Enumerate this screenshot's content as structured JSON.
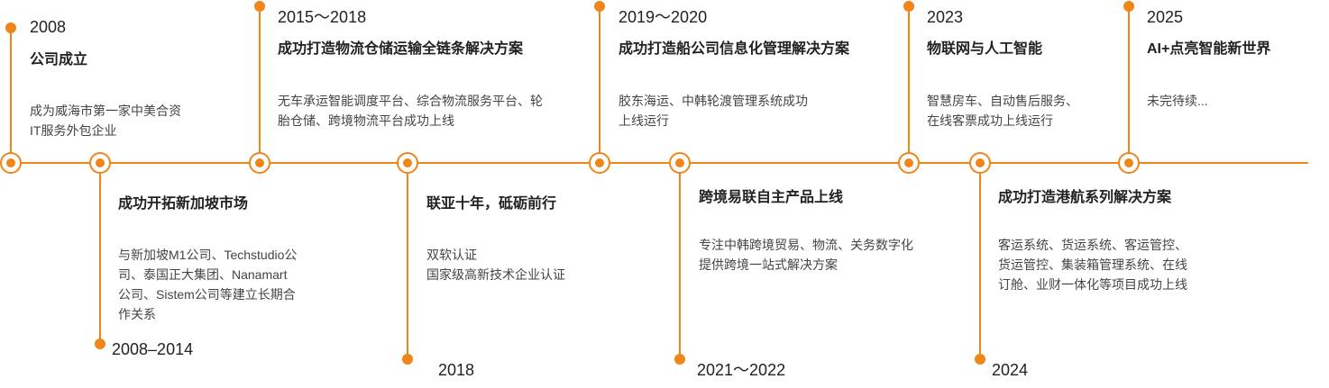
{
  "colors": {
    "accent": "#f08519",
    "text": "#222222",
    "desc": "#444444"
  },
  "timeline": {
    "top": [
      {
        "year": "2008",
        "title": "公司成立",
        "desc": [
          "成为威海市第一家中美合资",
          "IT服务外包企业"
        ]
      },
      {
        "year": "2015～2018",
        "title": "成功打造物流仓储运输全链条解决方案",
        "desc": [
          "无车承运智能调度平台、综合物流服务平台、轮",
          "胎仓储、跨境物流平台成功上线"
        ]
      },
      {
        "year": "2019～2020",
        "title": "成功打造船公司信息化管理解决方案",
        "desc": [
          "胶东海运、中韩轮渡管理系统成功",
          "上线运行"
        ]
      },
      {
        "year": "2023",
        "title": "物联网与人工智能",
        "desc": [
          "智慧房车、自动售后服务、",
          "在线客票成功上线运行"
        ]
      },
      {
        "year": "2025",
        "title": "AI+点亮智能新世界",
        "desc": [
          "未完待续..."
        ]
      }
    ],
    "bottom": [
      {
        "year": "2008–2014",
        "title": "成功开拓新加坡市场",
        "desc": [
          "与新加坡M1公司、Techstudio公",
          "司、泰国正大集团、Nanamart",
          "公司、Sistem公司等建立长期合",
          "作关系"
        ]
      },
      {
        "year": "2018",
        "title": "联亚十年，砥砺前行",
        "desc": [
          "双软认证",
          "国家级高新技术企业认证"
        ]
      },
      {
        "year": "2021～2022",
        "title": "跨境易联自主产品上线",
        "desc": [
          "专注中韩跨境贸易、物流、关务数字化",
          "提供跨境一站式解决方案"
        ]
      },
      {
        "year": "2024",
        "title": "成功打造港航系列解决方案",
        "desc": [
          "客运系统、货运系统、客运管控、",
          "货运管控、集装箱管理系统、在线",
          "订舱、业财一体化等项目成功上线"
        ]
      }
    ]
  }
}
